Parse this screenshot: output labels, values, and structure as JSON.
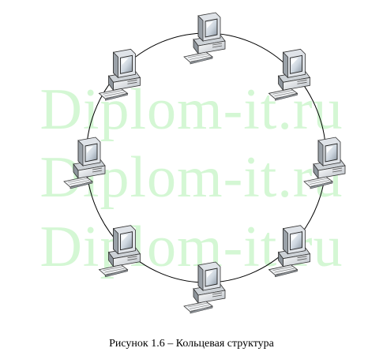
{
  "watermark": {
    "text": "Diplom-it.ru",
    "color": "#d4f7d4",
    "repeat": 3
  },
  "diagram": {
    "topology": "ring",
    "node_icon": "desktop-computer-icon",
    "node_count": 8,
    "ring_color": "#000000"
  },
  "caption": "Рисунок 1.6 – Кольцевая структура"
}
